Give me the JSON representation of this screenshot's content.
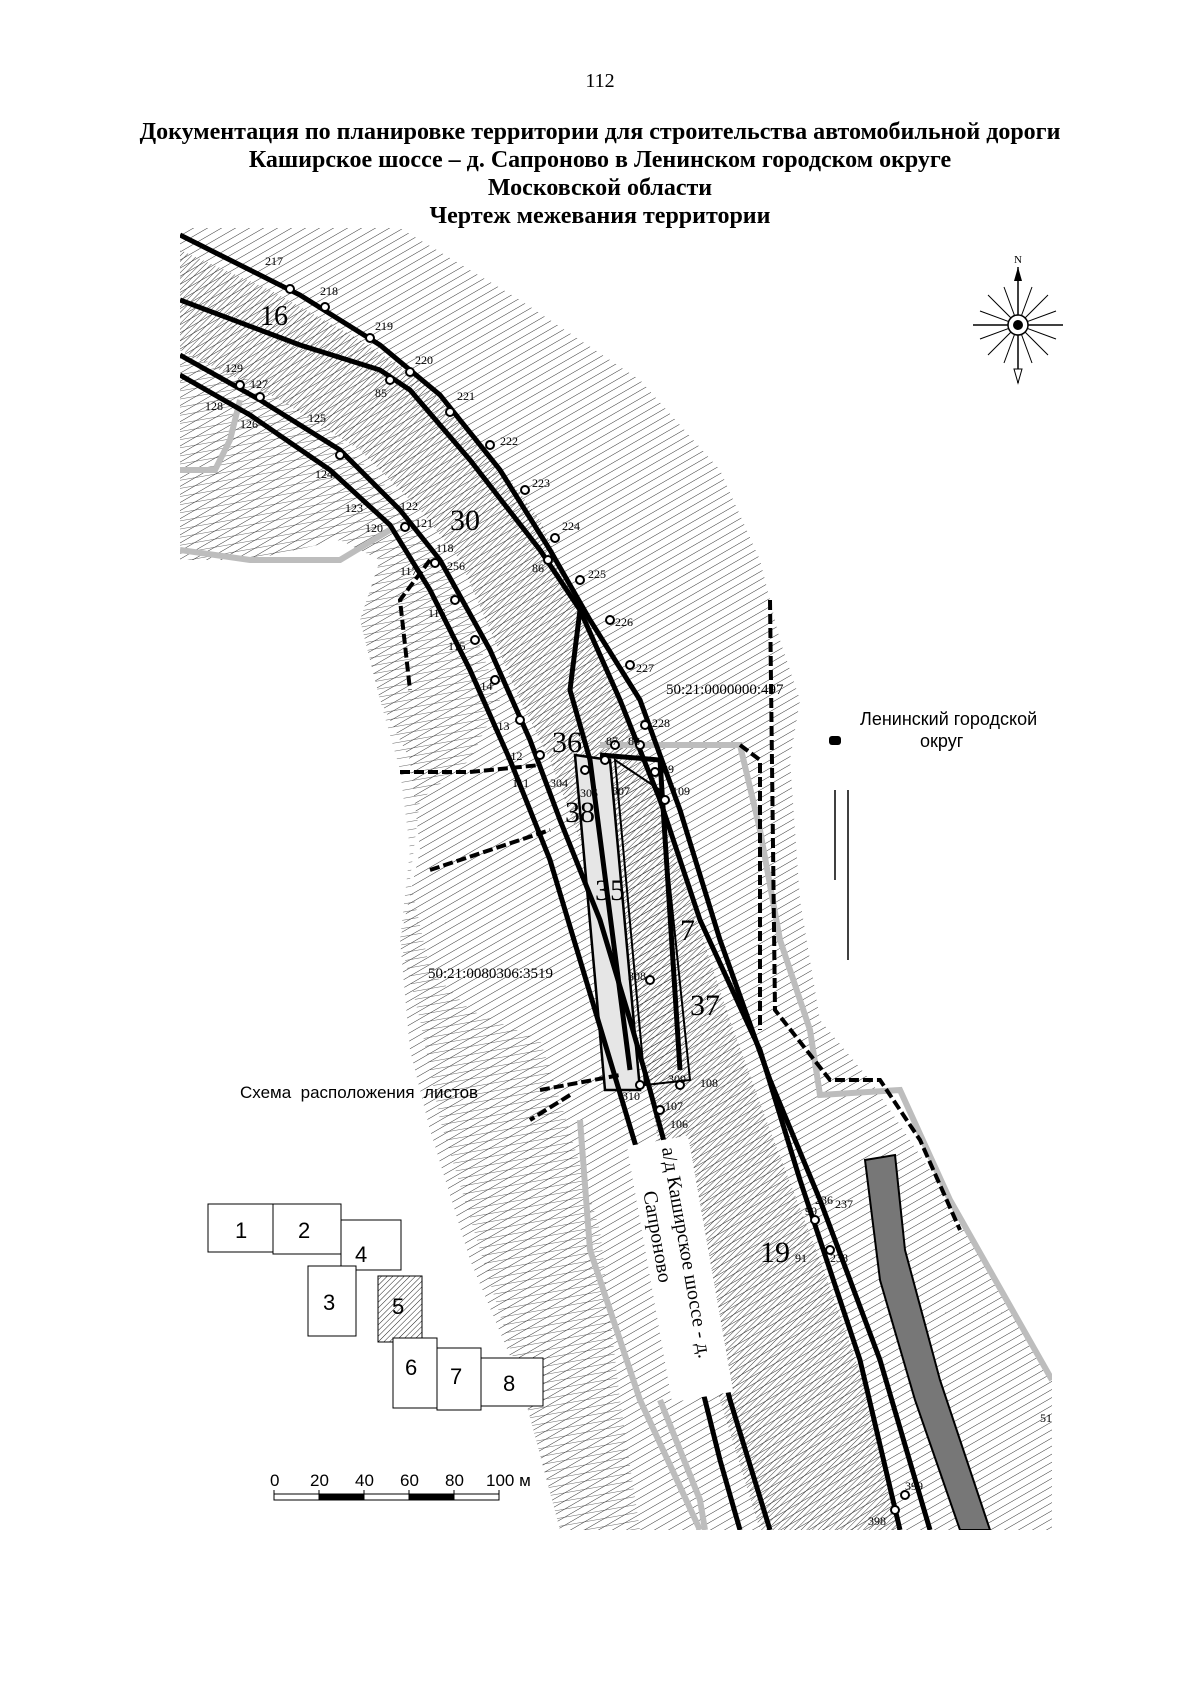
{
  "page_number": "112",
  "title_lines": [
    "Документация по планировке территории для строительства автомобильной дороги",
    "Каширское шоссе – д. Сапроново в Ленинском городском округе",
    "Московской области",
    "Чертеж межевания территории"
  ],
  "compass": {
    "north_label": "N"
  },
  "map_labels": {
    "district": [
      "Ленинский городской",
      "округ"
    ],
    "cadastral_1": "50:21:0000000:497",
    "cadastral_2": "50:21:0080306:3519",
    "road_name": [
      "а/д Каширское шоссе - д.",
      "Сапроново"
    ],
    "sheet_layout_caption": "Схема  расположения  листов"
  },
  "zone_numbers": [
    "16",
    "30",
    "36",
    "38",
    "35",
    "7",
    "37",
    "19",
    "51"
  ],
  "point_labels": [
    "217",
    "218",
    "219",
    "220",
    "85",
    "221",
    "222",
    "223",
    "224",
    "86",
    "225",
    "226",
    "227",
    "228",
    "87",
    "88",
    "89",
    "109",
    "129",
    "127",
    "128",
    "126",
    "125",
    "124",
    "123",
    "122",
    "121",
    "120",
    "118",
    "117",
    "256",
    "116",
    "115",
    "114",
    "113",
    "112",
    "111",
    "304",
    "305",
    "307",
    "308",
    "309",
    "310",
    "108",
    "107",
    "106",
    "90",
    "236",
    "237",
    "91",
    "238",
    "398",
    "399"
  ],
  "sheet_layout": [
    "1",
    "2",
    "4",
    "3",
    "5",
    "6",
    "7",
    "8"
  ],
  "scale_bar": {
    "labels": [
      "0",
      "20",
      "40",
      "60",
      "80",
      "100 м"
    ]
  }
}
